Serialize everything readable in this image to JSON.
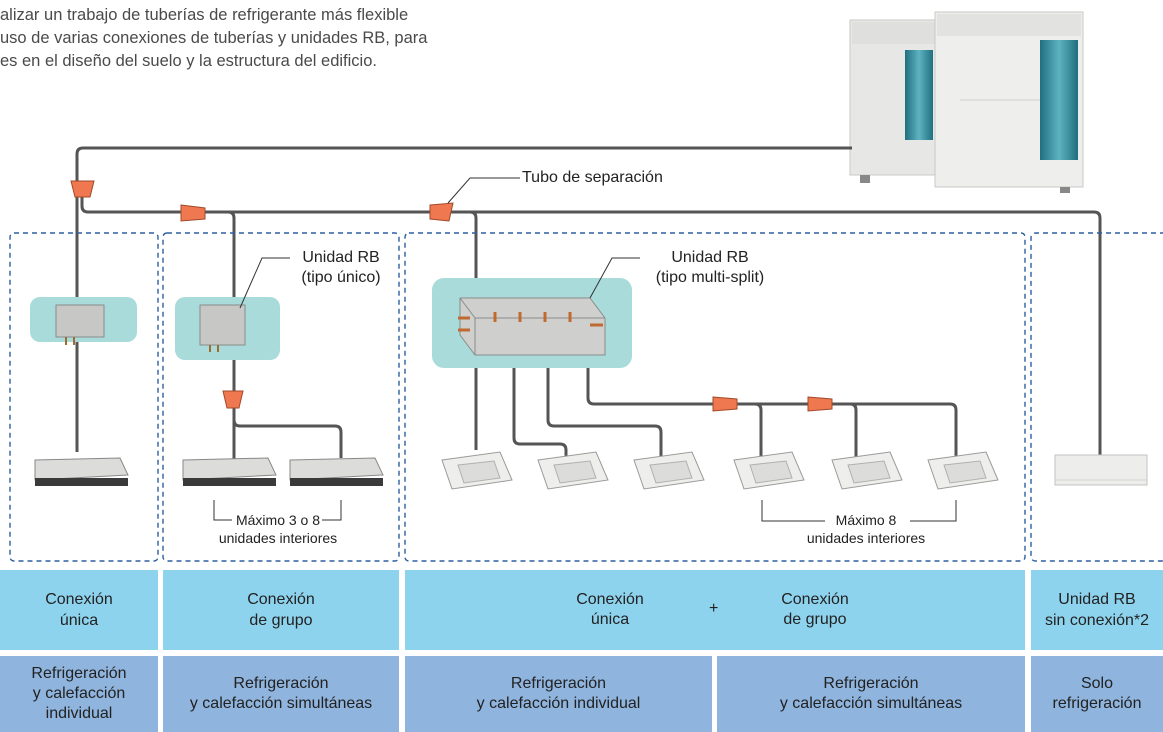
{
  "intro": [
    "alizar un trabajo de tuberías de refrigerante más flexible",
    "uso de varias conexiones de tuberías y unidades RB, para",
    "es en el diseño del suelo y la estructura del edificio."
  ],
  "labels": {
    "separation_tube": "Tubo de separación",
    "rb_single_1": "Unidad RB",
    "rb_single_2": "(tipo único)",
    "rb_multi_1": "Unidad RB",
    "rb_multi_2": "(tipo multi-split)",
    "max3_1": "Máximo 3 o 8",
    "max3_2": "unidades interiores",
    "max8_1": "Máximo 8",
    "max8_2": "unidades interiores"
  },
  "connection_row": {
    "c1_1": "Conexión",
    "c1_2": "única",
    "c2_1": "Conexión",
    "c2_2": "de grupo",
    "c3a_1": "Conexión",
    "c3a_2": "única",
    "plus": "+",
    "c3b_1": "Conexión",
    "c3b_2": "de grupo",
    "c4_1": "Unidad RB",
    "c4_2": "sin conexión*2"
  },
  "mode_row": {
    "m1_1": "Refrigeración",
    "m1_2": "y calefacción",
    "m1_3": "individual",
    "m2_1": "Refrigeración",
    "m2_2": "y calefacción simultáneas",
    "m3_1": "Refrigeración",
    "m3_2": "y calefacción individual",
    "m4_1": "Refrigeración",
    "m4_2": "y calefacción simultáneas",
    "m5_1": "Solo",
    "m5_2": "refrigeración"
  },
  "colors": {
    "pipe": "#555555",
    "joint": "#f07850",
    "rb_box": "#a9dbdb",
    "dashed": "#2e5fa0",
    "band_connection": "#8ed3ee",
    "band_mode": "#8fb4dd"
  }
}
